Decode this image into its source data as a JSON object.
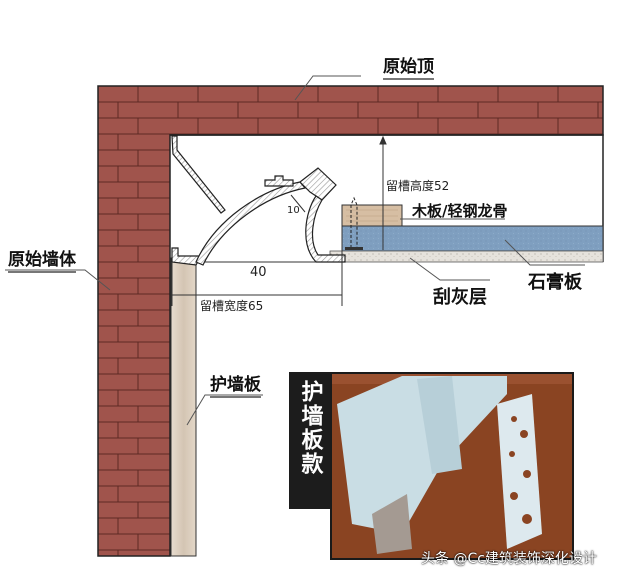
{
  "labels": {
    "original_ceiling": "原始顶",
    "original_wall": "原始墙体",
    "wood_keel": "木板/轻钢龙骨",
    "gypsum_board": "石膏板",
    "scratch_coat": "刮灰层",
    "wainscot": "护墙板"
  },
  "dimensions": {
    "slot_height": "留槽高度52",
    "slot_width": "留槽宽度65",
    "inner_width": "40",
    "lip": "10"
  },
  "photo": {
    "tag": "护墙板款"
  },
  "watermark": "头条 @Cc建筑装饰深化设计",
  "colors": {
    "brick": "#a0544c",
    "mortar": "#5e2a24",
    "gypsum": "#7f9fc0",
    "wood": "#d8c4ad",
    "wainscot": "#d9ccbd",
    "scratch": "#e4e0da"
  }
}
